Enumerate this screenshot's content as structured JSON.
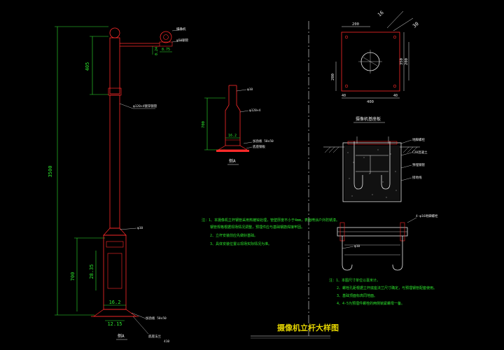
{
  "title": "摄像机立杆大样图",
  "pole": {
    "dim_total": "3500",
    "dim_upper": "405",
    "dim_lower": "700",
    "dim_door": "28.35",
    "dim_base": "16.2",
    "dim_base2": "12.15",
    "dim_arm1": "0.24",
    "dim_arm2": "8.75",
    "label_arm": "φ50钢管",
    "label_camera": "摄像机",
    "label_pole": "φ120×4镀锌钢管",
    "label_flange": "φ10",
    "label_base": "加劲板 50x50",
    "label_bottom": "底座法兰",
    "label_size": "410",
    "view_label": "侧A"
  },
  "detail": {
    "view_label": "侧A",
    "dim_height": "700",
    "dim_base": "16.2",
    "label_top": "φ10",
    "label_mid": "φ120×4",
    "label_rib": "加劲板 50x50",
    "label_plate": "底座钢板"
  },
  "notes_left": [
    "注：1、本摄像机立杆钢管采用热镀锌处理，管壁厚度不小于4mm，表面喷涂户外防锈漆。",
    "    钢管规格根据现场情况调整，预埋件应与基础钢筋焊接牢固。",
    "2、立杆安装前应先做好基础。",
    "3、具体安装位置以现场实际情况为准。"
  ],
  "plan": {
    "dim_top": "200",
    "dim_bottom": "400",
    "dim_left": "200",
    "dim_right1": "350",
    "dim_right2": "200",
    "dim_corner_a": "40",
    "dim_corner_b": "40",
    "dim_angle1": "16",
    "dim_angle2": "30",
    "caption": "摄像机基座板"
  },
  "section": {
    "label1": "地脚螺栓",
    "label2": "C20混凝土",
    "label3": "预埋钢管",
    "label4": "接地线"
  },
  "anchor": {
    "label_plate": "4-φ16地脚螺栓",
    "label_bolt": "φ10"
  },
  "notes_right": [
    "注：1、本图尺寸单位以毫米计。",
    "2、螺栓孔距根据立杆底座法兰尺寸确定，与预埋钢管配套使用。",
    "3、基础顶面标高同地面。",
    "4、4-5为预埋件螺栓的两侧锁紧螺母一备。"
  ],
  "colors": {
    "background": "#000000",
    "drawing_red": "#ff2a2a",
    "dimension_green": "#2ee82e",
    "annotation_white": "#e8e8e8",
    "title_yellow": "#e4d400",
    "border_cyan": "#3fd0e0"
  }
}
